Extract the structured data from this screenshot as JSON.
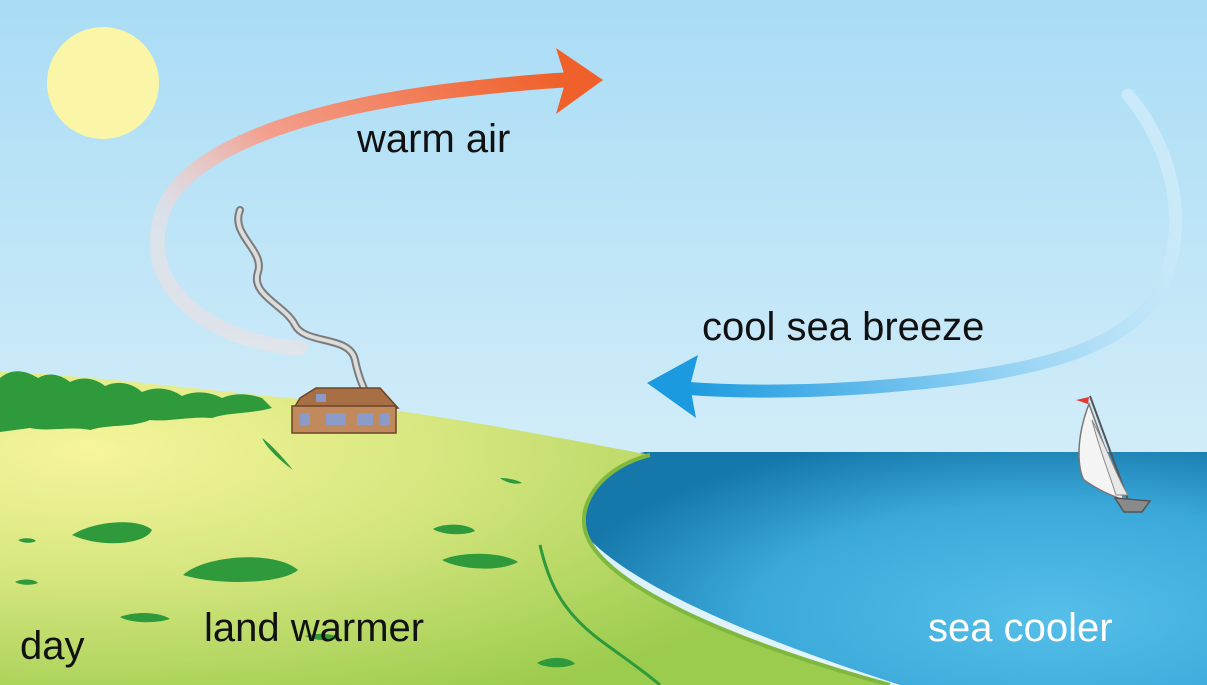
{
  "labels": {
    "warm_air": "warm air",
    "cool_sea_breeze": "cool sea breeze",
    "land_warmer": "land warmer",
    "sea_cooler": "sea cooler",
    "day": "day"
  },
  "colors": {
    "sky_top": "#a9dcf5",
    "sky_bottom": "#e3f3fb",
    "sun": "#fbf5a8",
    "land_light": "#f3f28d",
    "land_mid": "#cde27a",
    "land_dark": "#9ccc4e",
    "vegetation": "#2e9a3c",
    "sea_deep": "#1a7fb3",
    "sea_light": "#4cb9e6",
    "warm_arrow": "#f0602a",
    "cool_arrow": "#1b9ae0",
    "house_wall": "#c08a5c",
    "house_roof": "#a86f45",
    "text_dark": "#111111",
    "text_light": "#ffffff"
  },
  "icons": [
    "sun-icon",
    "house-icon",
    "smoke-icon",
    "sailboat-icon"
  ]
}
